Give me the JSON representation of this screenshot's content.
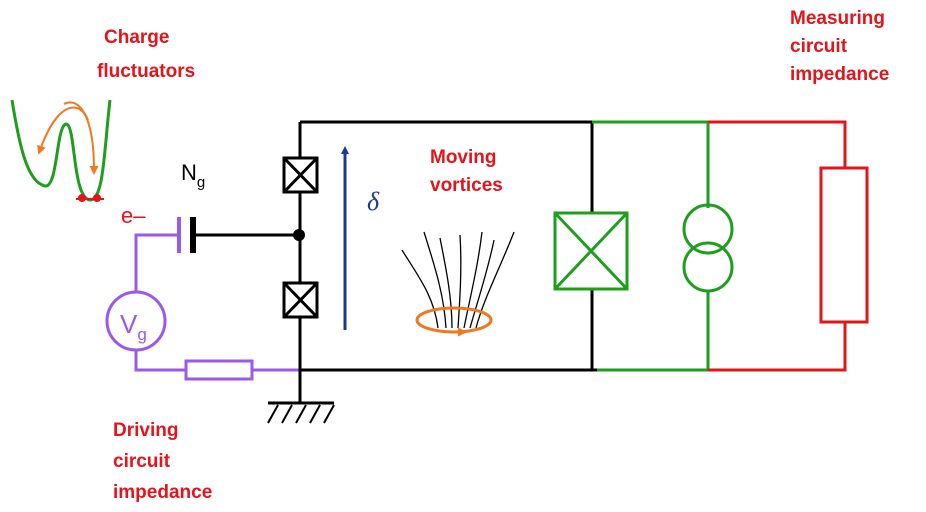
{
  "labels": {
    "charge_fluctuators": [
      "Charge",
      "fluctuators"
    ],
    "measuring_circuit_impedance": [
      "Measuring",
      "circuit",
      "impedance"
    ],
    "moving_vortices": [
      "Moving",
      "vortices"
    ],
    "driving_circuit_impedance": [
      "Driving",
      "circuit",
      "impedance"
    ],
    "electron": "e–",
    "gate_charge_main": "N",
    "gate_charge_sub": "g",
    "gate_voltage_main": "V",
    "gate_voltage_sub": "g",
    "phase": "δ"
  },
  "colors": {
    "label_red": "#e3141b",
    "driving_circuit": "#9b59e8",
    "parallel_junction": "#1e9e1e",
    "measuring_circuit": "#e3141b",
    "vortex_loop": "#f07820",
    "phase_arrow": "#1a3a8c",
    "charge_arrow": "#f07820",
    "main_circuit": "#000000"
  }
}
